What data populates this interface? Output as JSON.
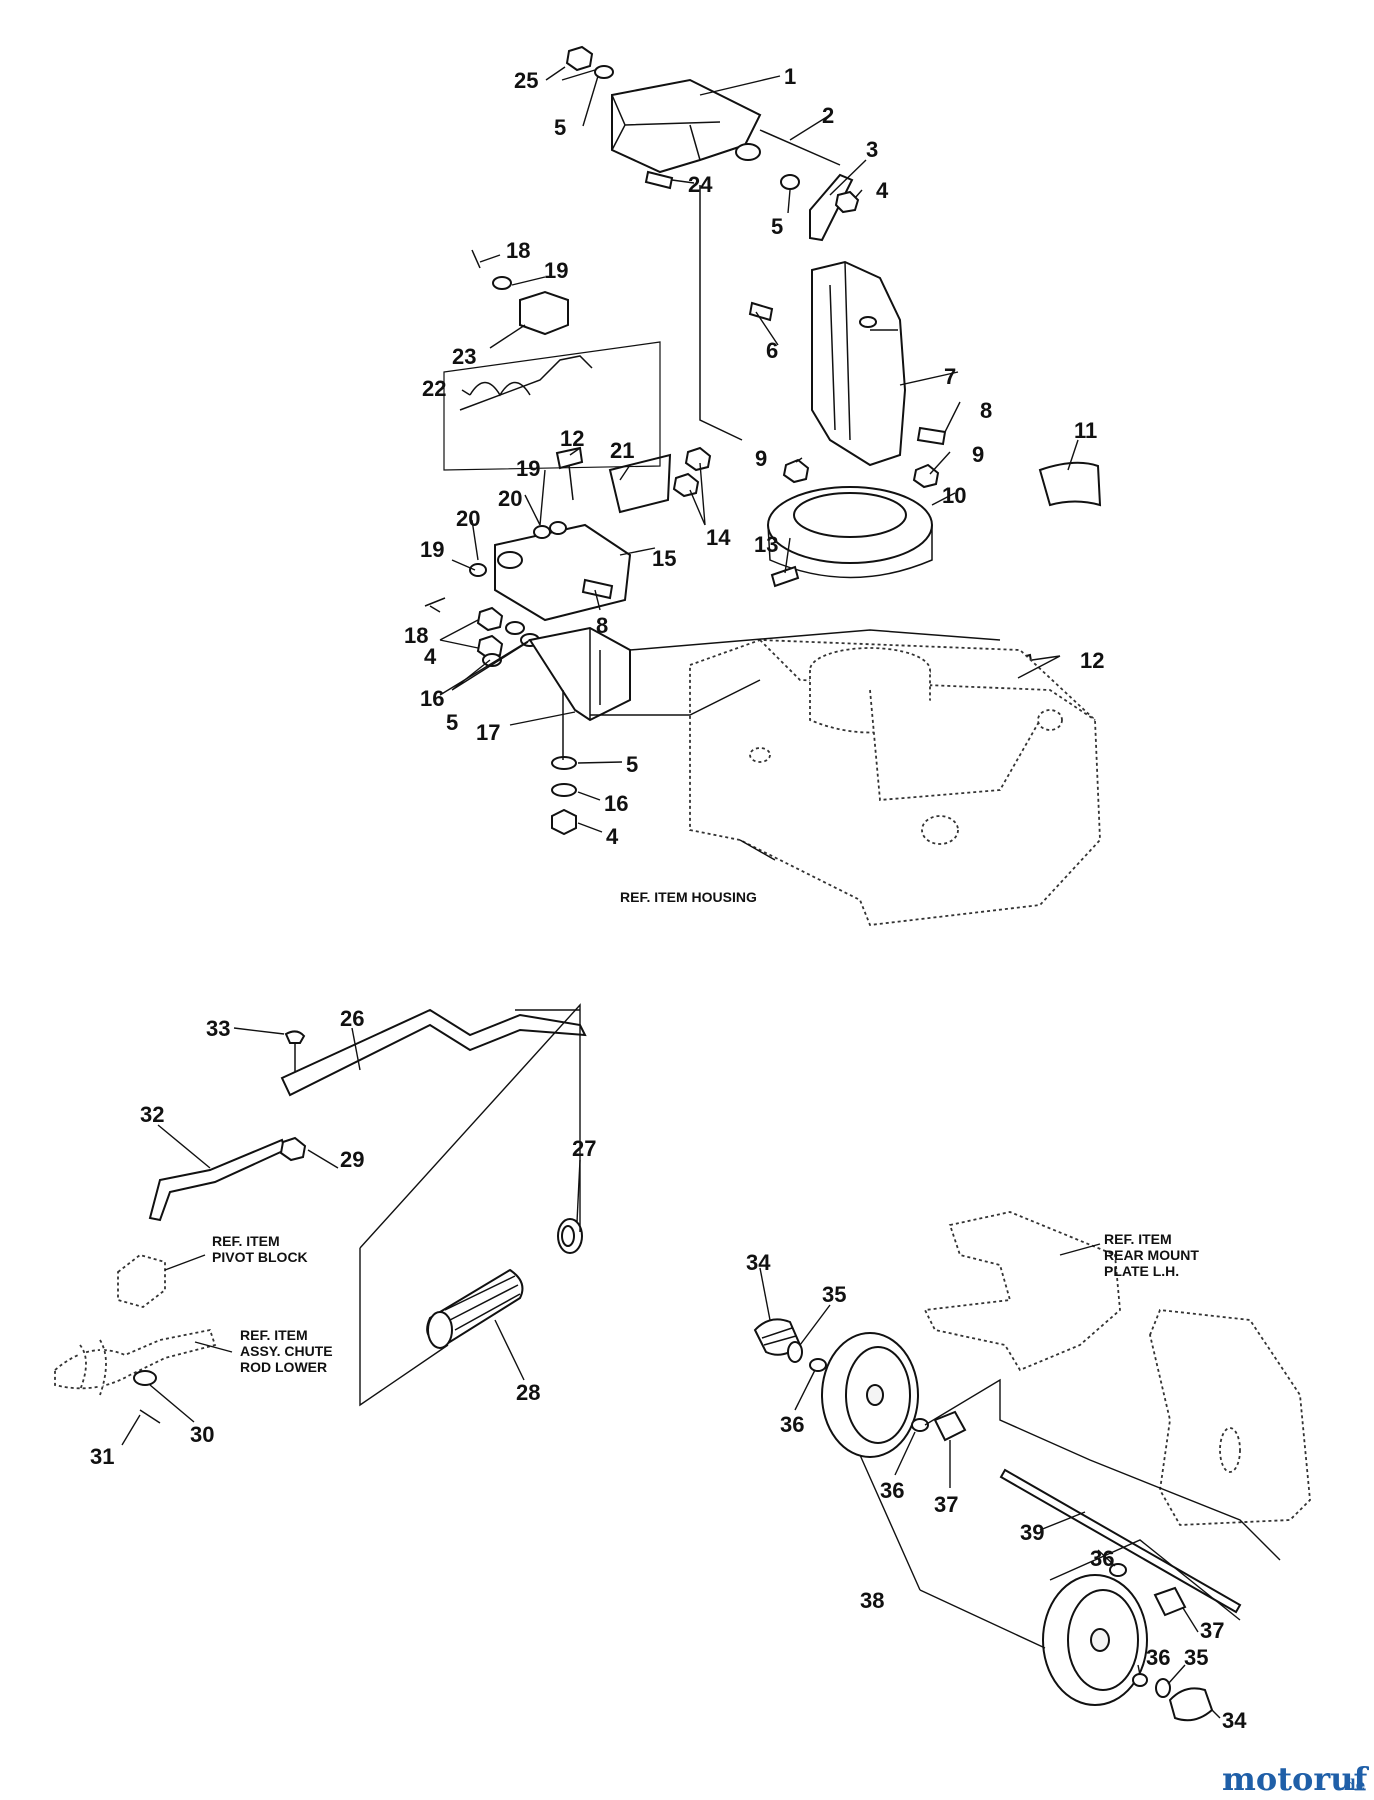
{
  "callouts": [
    {
      "id": "c25",
      "text": "25"
    },
    {
      "id": "c1",
      "text": "1"
    },
    {
      "id": "c2",
      "text": "2"
    },
    {
      "id": "c5a",
      "text": "5"
    },
    {
      "id": "c3",
      "text": "3"
    },
    {
      "id": "c4a",
      "text": "4"
    },
    {
      "id": "c24",
      "text": "24"
    },
    {
      "id": "c5b",
      "text": "5"
    },
    {
      "id": "c18a",
      "text": "18"
    },
    {
      "id": "c19a",
      "text": "19"
    },
    {
      "id": "c23",
      "text": "23"
    },
    {
      "id": "c22",
      "text": "22"
    },
    {
      "id": "c6",
      "text": "6"
    },
    {
      "id": "c7",
      "text": "7"
    },
    {
      "id": "c8a",
      "text": "8"
    },
    {
      "id": "c9a",
      "text": "9"
    },
    {
      "id": "c9b",
      "text": "9"
    },
    {
      "id": "c11",
      "text": "11"
    },
    {
      "id": "c12a",
      "text": "12"
    },
    {
      "id": "c21",
      "text": "21"
    },
    {
      "id": "c19b",
      "text": "19"
    },
    {
      "id": "c20a",
      "text": "20"
    },
    {
      "id": "c10",
      "text": "10"
    },
    {
      "id": "c14",
      "text": "14"
    },
    {
      "id": "c13",
      "text": "13"
    },
    {
      "id": "c19c",
      "text": "19"
    },
    {
      "id": "c20b",
      "text": "20"
    },
    {
      "id": "c15",
      "text": "15"
    },
    {
      "id": "c18b",
      "text": "18"
    },
    {
      "id": "c8b",
      "text": "8"
    },
    {
      "id": "c4b",
      "text": "4"
    },
    {
      "id": "c12b",
      "text": "12"
    },
    {
      "id": "c16a",
      "text": "16"
    },
    {
      "id": "c5c",
      "text": "5"
    },
    {
      "id": "c17",
      "text": "17"
    },
    {
      "id": "c5d",
      "text": "5"
    },
    {
      "id": "c16b",
      "text": "16"
    },
    {
      "id": "c4c",
      "text": "4"
    },
    {
      "id": "c33",
      "text": "33"
    },
    {
      "id": "c26",
      "text": "26"
    },
    {
      "id": "c32",
      "text": "32"
    },
    {
      "id": "c27",
      "text": "27"
    },
    {
      "id": "c29",
      "text": "29"
    },
    {
      "id": "c28",
      "text": "28"
    },
    {
      "id": "c30",
      "text": "30"
    },
    {
      "id": "c31",
      "text": "31"
    },
    {
      "id": "c34a",
      "text": "34"
    },
    {
      "id": "c35a",
      "text": "35"
    },
    {
      "id": "c36a",
      "text": "36"
    },
    {
      "id": "c36b",
      "text": "36"
    },
    {
      "id": "c37a",
      "text": "37"
    },
    {
      "id": "c39",
      "text": "39"
    },
    {
      "id": "c36c",
      "text": "36"
    },
    {
      "id": "c37b",
      "text": "37"
    },
    {
      "id": "c38",
      "text": "38"
    },
    {
      "id": "c36d",
      "text": "36"
    },
    {
      "id": "c35b",
      "text": "35"
    },
    {
      "id": "c34b",
      "text": "34"
    }
  ],
  "ref_labels": {
    "housing": "REF. ITEM HOUSING",
    "pivot_block": [
      "REF. ITEM",
      "PIVOT BLOCK"
    ],
    "chute_rod": [
      "REF. ITEM",
      "ASSY. CHUTE",
      "ROD LOWER"
    ],
    "rear_mount": [
      "REF. ITEM",
      "REAR MOUNT",
      "PLATE L.H."
    ]
  },
  "watermark": {
    "main": "motoruf",
    "tld": ".de"
  },
  "colors": {
    "ink": "#111111",
    "brand": "#1f5fa8",
    "background": "#ffffff"
  }
}
